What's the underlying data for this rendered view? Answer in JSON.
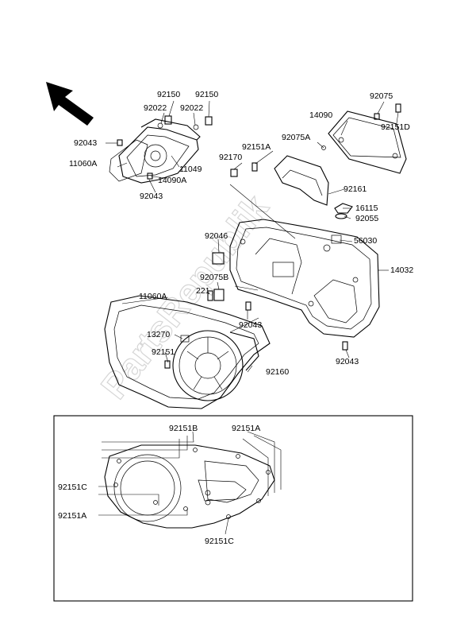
{
  "watermark": "PartsRepublik",
  "labels": {
    "l_92150_a": "92150",
    "l_92150_b": "92150",
    "l_92022_a": "92022",
    "l_92022_b": "92022",
    "l_92043_a": "92043",
    "l_11060a_a": "11060A",
    "l_11049": "11049",
    "l_14090a": "14090A",
    "l_92043_b": "92043",
    "l_92075": "92075",
    "l_14090": "14090",
    "l_92151d": "92151D",
    "l_92075a": "92075A",
    "l_92151a_a": "92151A",
    "l_92170": "92170",
    "l_92161": "92161",
    "l_16115": "16115",
    "l_92055": "92055",
    "l_92046": "92046",
    "l_56030": "56030",
    "l_14032": "14032",
    "l_92075b": "92075B",
    "l_221": "221",
    "l_11060a_b": "11060A",
    "l_92043_c": "92043",
    "l_13270": "13270",
    "l_92151": "92151",
    "l_92160": "92160",
    "l_92043_d": "92043",
    "l_92151b": "92151B",
    "l_92151a_b": "92151A",
    "l_92151c_a": "92151C",
    "l_92151a_c": "92151A",
    "l_92151c_b": "92151C"
  }
}
